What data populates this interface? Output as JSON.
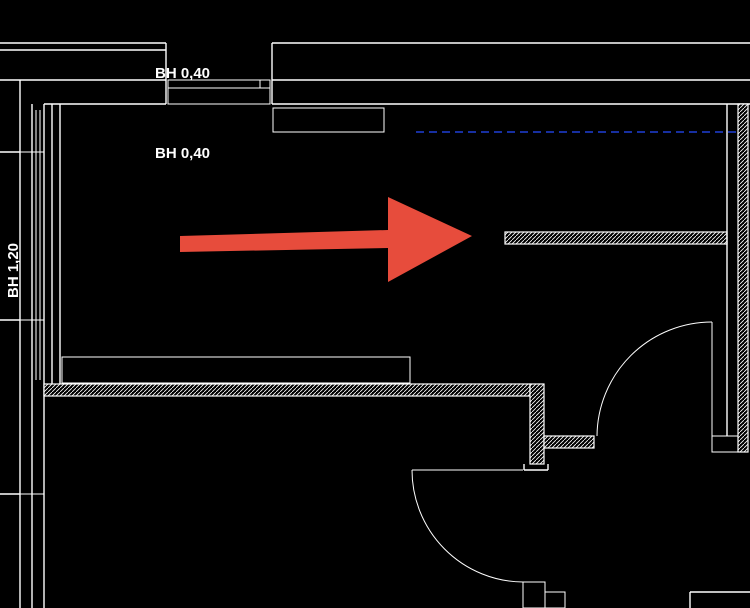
{
  "labels": {
    "window_label_top": "BH 0,40",
    "window_label_room": "BH 0,40",
    "window_label_left": "BH 1,20"
  },
  "colors": {
    "background": "#000000",
    "lines": "#ffffff",
    "arrow": "#e74c3c",
    "dashed_line": "#1f3fd6"
  },
  "icons": {
    "arrow": "right-arrow-icon"
  }
}
